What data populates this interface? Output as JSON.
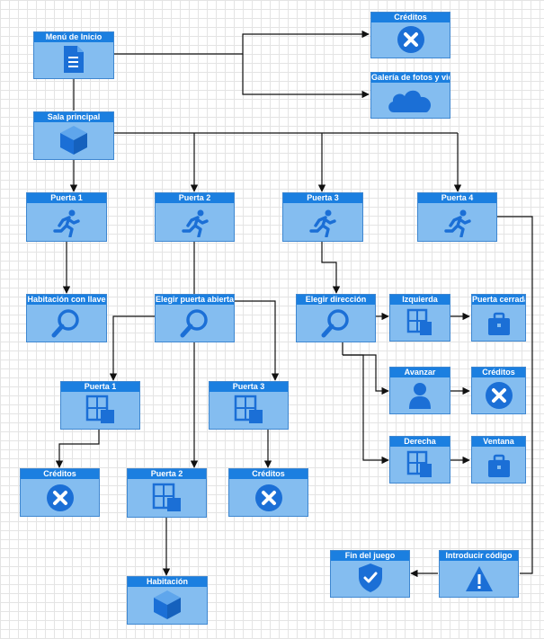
{
  "colors": {
    "header": "#1b7fe0",
    "body": "#84bdf0",
    "icon": "#1b6fd6",
    "line": "#111111",
    "grid": "#e4e4e4"
  },
  "nodes": {
    "menu_inicio": {
      "label": "Menú de Inicio",
      "icon": "document-icon"
    },
    "creditos_top": {
      "label": "Créditos",
      "icon": "close-circle-icon"
    },
    "galeria": {
      "label": "Galería de fotos y video",
      "icon": "cloud-icon"
    },
    "sala_principal": {
      "label": "Sala principal",
      "icon": "cube-icon"
    },
    "puerta1": {
      "label": "Puerta 1",
      "icon": "runner-icon"
    },
    "puerta2": {
      "label": "Puerta 2",
      "icon": "runner-icon"
    },
    "puerta3": {
      "label": "Puerta 3",
      "icon": "runner-icon"
    },
    "puerta4": {
      "label": "Puerta 4",
      "icon": "runner-icon"
    },
    "habitacion_llave": {
      "label": "Habitación con llave",
      "icon": "magnifier-icon"
    },
    "elegir_puerta": {
      "label": "Elegir puerta abierta",
      "icon": "magnifier-icon"
    },
    "elegir_direccion": {
      "label": "Elegir dirección",
      "icon": "magnifier-icon"
    },
    "izquierda": {
      "label": "Izquierda",
      "icon": "window-icon"
    },
    "puerta_cerrada": {
      "label": "Puerta cerrada",
      "icon": "briefcase-icon"
    },
    "avanzar": {
      "label": "Avanzar",
      "icon": "person-icon"
    },
    "creditos_avanzar": {
      "label": "Créditos",
      "icon": "close-circle-icon"
    },
    "derecha": {
      "label": "Derecha",
      "icon": "window-icon"
    },
    "ventana": {
      "label": "Ventana",
      "icon": "briefcase-icon"
    },
    "ep_puerta1": {
      "label": "Puerta 1",
      "icon": "window-icon"
    },
    "ep_puerta3": {
      "label": "Puerta 3",
      "icon": "window-icon"
    },
    "ep_puerta2": {
      "label": "Puerta 2",
      "icon": "window-icon"
    },
    "creditos_p1": {
      "label": "Créditos",
      "icon": "close-circle-icon"
    },
    "creditos_p3": {
      "label": "Créditos",
      "icon": "close-circle-icon"
    },
    "habitacion": {
      "label": "Habitación",
      "icon": "cube-icon"
    },
    "fin_juego": {
      "label": "Fin del juego",
      "icon": "shield-check-icon"
    },
    "introducir_codigo": {
      "label": "Introducir código",
      "icon": "warning-icon"
    }
  },
  "edges": [
    {
      "from": "menu_inicio",
      "to": "creditos_top"
    },
    {
      "from": "menu_inicio",
      "to": "galeria"
    },
    {
      "from": "menu_inicio",
      "to": "sala_principal"
    },
    {
      "from": "sala_principal",
      "to": "puerta1"
    },
    {
      "from": "sala_principal",
      "to": "puerta2"
    },
    {
      "from": "sala_principal",
      "to": "puerta3"
    },
    {
      "from": "sala_principal",
      "to": "puerta4"
    },
    {
      "from": "puerta1",
      "to": "habitacion_llave"
    },
    {
      "from": "puerta2",
      "to": "elegir_puerta"
    },
    {
      "from": "puerta3",
      "to": "elegir_direccion"
    },
    {
      "from": "puerta4",
      "to": "introducir_codigo"
    },
    {
      "from": "elegir_puerta",
      "to": "ep_puerta1"
    },
    {
      "from": "elegir_puerta",
      "to": "ep_puerta3"
    },
    {
      "from": "elegir_puerta",
      "to": "ep_puerta2"
    },
    {
      "from": "ep_puerta1",
      "to": "creditos_p1"
    },
    {
      "from": "ep_puerta3",
      "to": "creditos_p3"
    },
    {
      "from": "ep_puerta2",
      "to": "habitacion"
    },
    {
      "from": "elegir_direccion",
      "to": "izquierda"
    },
    {
      "from": "elegir_direccion",
      "to": "avanzar"
    },
    {
      "from": "elegir_direccion",
      "to": "derecha"
    },
    {
      "from": "izquierda",
      "to": "puerta_cerrada"
    },
    {
      "from": "avanzar",
      "to": "creditos_avanzar"
    },
    {
      "from": "derecha",
      "to": "ventana"
    },
    {
      "from": "introducir_codigo",
      "to": "fin_juego"
    }
  ]
}
